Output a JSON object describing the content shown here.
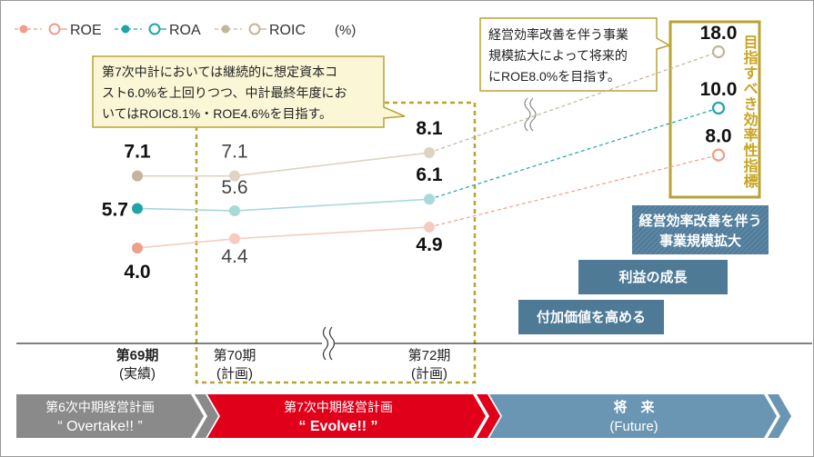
{
  "legend": {
    "items": [
      {
        "label": "ROE",
        "color": "#ee9e8a"
      },
      {
        "label": "ROA",
        "color": "#1fa5a5"
      },
      {
        "label": "ROIC",
        "color": "#c2b59b"
      }
    ],
    "unit": "(%)"
  },
  "chart_data": {
    "type": "line",
    "categories": [
      "第69期",
      "第70期",
      "第72期"
    ],
    "category_sublabels": [
      "(実績)",
      "(計画)",
      "(計画)"
    ],
    "series": [
      {
        "name": "ROE",
        "values": [
          4.0,
          4.4,
          4.9
        ],
        "target": 8.0,
        "color": "#ee9e8a"
      },
      {
        "name": "ROA",
        "values": [
          5.7,
          5.6,
          6.1
        ],
        "target": 10.0,
        "color": "#1fa5a5"
      },
      {
        "name": "ROIC",
        "values": [
          7.1,
          7.1,
          8.1
        ],
        "target": 18.0,
        "color": "#c2b59b"
      }
    ],
    "target_labels": {
      "ROE": "8.0",
      "ROA": "10.0",
      "ROIC": "18.0"
    },
    "value_labels": {
      "ROE": [
        "4.0",
        "4.4",
        "4.9"
      ],
      "ROA": [
        "5.7",
        "5.6",
        "6.1"
      ],
      "ROIC": [
        "7.1",
        "7.1",
        "8.1"
      ]
    }
  },
  "annotations": {
    "plan_note": {
      "lines": [
        "第7次中計においては継続的に想定資本コ",
        "スト6.0%を上回りつつ、中計最終年度にお",
        "いてはROIC8.1%・ROE4.6%を目指す。"
      ]
    },
    "future_note": {
      "lines": [
        "経営効率改善を伴う事業",
        "規模拡大によって将来的",
        "にROE8.0%を目指す。"
      ]
    },
    "target_label": "目指すべき効率性指標"
  },
  "steps": [
    {
      "lines": [
        "経営効率改善を伴う",
        "事業規模拡大"
      ]
    },
    {
      "lines": [
        "利益の成長"
      ]
    },
    {
      "lines": [
        "付加価値を高める"
      ]
    }
  ],
  "phases": [
    {
      "title": "第6次中期経営計画",
      "subtitle": "“ Overtake!! ”",
      "color": "#8a8a8a"
    },
    {
      "title": "第7次中期経営計画",
      "subtitle": "“ Evolve!! ”",
      "color": "#e0001a"
    },
    {
      "title": "将　来",
      "subtitle": "(Future)",
      "color": "#6a96b4"
    }
  ],
  "colors": {
    "roe": "#ee9e8a",
    "roe_light": "#f6cbbf",
    "roa": "#1fa5a5",
    "roa_light": "#a8d8d8",
    "roic": "#c2b59b",
    "roic_light": "#ddd4c2",
    "note_fill": "#fbf6d6",
    "note_border": "#b9a334",
    "step_fill": "#4e7a96"
  }
}
